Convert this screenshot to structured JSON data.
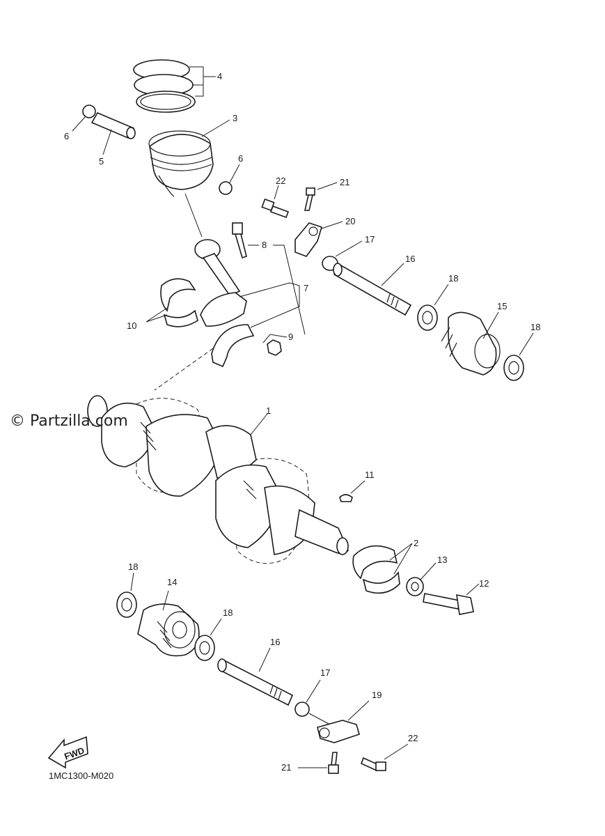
{
  "watermark": "© Partzilla.com",
  "diagram_code": "1MC1300-M020",
  "fwd_label": "FWD",
  "callouts": {
    "c1": "1",
    "c2": "2",
    "c3": "3",
    "c4": "4",
    "c5": "5",
    "c6a": "6",
    "c6b": "6",
    "c7": "7",
    "c8": "8",
    "c9": "9",
    "c10": "10",
    "c11": "11",
    "c12": "12",
    "c13": "13",
    "c14": "14",
    "c15": "15",
    "c16a": "16",
    "c16b": "16",
    "c17a": "17",
    "c17b": "17",
    "c18a": "18",
    "c18b": "18",
    "c18c": "18",
    "c18d": "18",
    "c19": "19",
    "c20": "20",
    "c21a": "21",
    "c21b": "21",
    "c22a": "22",
    "c22b": "22"
  }
}
